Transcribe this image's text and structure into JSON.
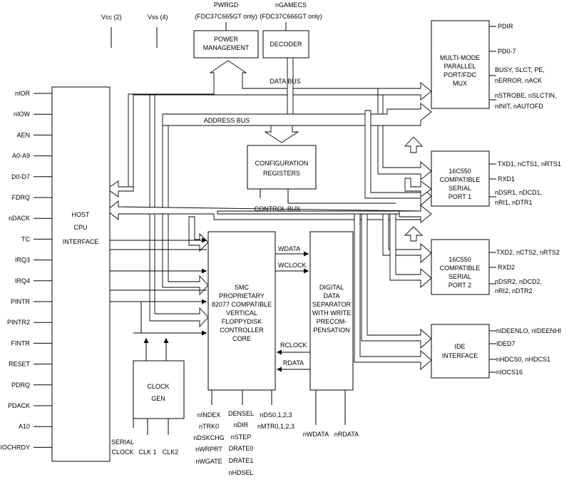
{
  "top_labels": {
    "vcc": "Vcc (2)",
    "vss": "Vss (4)"
  },
  "pwrgd": {
    "name": "PWRGD",
    "note": "(FDC37C665GT only)"
  },
  "ngamecs": {
    "name": "nGAMECS",
    "note": "(FDC37C666GT only)"
  },
  "blocks": {
    "power_management": [
      "POWER",
      "MANAGEMENT"
    ],
    "decoder": [
      "DECODER"
    ],
    "host_cpu": [
      "HOST",
      "CPU",
      "INTERFACE"
    ],
    "configuration_registers": [
      "CONFIGURATION",
      "REGISTERS"
    ],
    "fdc_core": [
      "SMC",
      "PROPRIETARY",
      "82077 COMPATIBLE",
      "VERTICAL",
      "FLOPPYDISK",
      "CONTROLLER",
      "CORE"
    ],
    "data_separator": [
      "DIGITAL",
      "DATA",
      "SEPARATOR",
      "WITH WRITE",
      "PRECOM-",
      "PENSATION"
    ],
    "clock_gen": [
      "CLOCK",
      "GEN"
    ],
    "parallel_port": [
      "MULTI-MODE",
      "PARALLEL",
      "PORT/FDC",
      "MUX"
    ],
    "serial_port_1": [
      "16C550",
      "COMPATIBLE",
      "SERIAL",
      "PORT 1"
    ],
    "serial_port_2": [
      "16C550",
      "COMPATIBLE",
      "SERIAL",
      "PORT 2"
    ],
    "ide_interface": [
      "IDE",
      "INTERFACE"
    ]
  },
  "bus_labels": {
    "data_bus": "DATA BUS",
    "address_bus": "ADDRESS BUS",
    "control_bus": "CONTROL BUS"
  },
  "host_pins": [
    "nIOR",
    "nIOW",
    "AEN",
    "A0-A9",
    "D0-D7",
    "FDRQ",
    "nDACK",
    "TC",
    "IRQ3",
    "IRQ4",
    "PINTR",
    "PINTR2",
    "FINTR",
    "RESET",
    "PDRQ",
    "PDACK",
    "A10",
    "IOCHRDY"
  ],
  "fdc_signals": {
    "wdata": "WDATA",
    "wclock": "WCLOCK",
    "rclock": "RCLOCK",
    "rdata": "RDATA"
  },
  "fdc_pins": {
    "col1": [
      "nINDEX",
      "nTRK0",
      "nDSKCHG",
      "nWRPRT",
      "nWGATE"
    ],
    "col2": [
      "DENSEL",
      "nDIR",
      "nSTEP",
      "DRATE0",
      "DRATE1",
      "nHDSEL"
    ],
    "col3": [
      "nDS0,1,2,3",
      "nMTR0,1,2,3"
    ]
  },
  "separator_pins": [
    "nWDATA",
    "nRDATA"
  ],
  "clock_pins": {
    "serial_clock": [
      "SERIAL",
      "CLOCK"
    ],
    "clk1": "CLK 1",
    "clk2": "CLK2"
  },
  "parallel_pins": [
    "PDIR",
    "PD0-7",
    "BUSY, SLCT, PE,",
    "nERROR, nACK",
    "nSTROBE, nSLCTIN,",
    "nINIT, nAUTOFD"
  ],
  "serial1_pins": [
    "TXD1, nCTS1, nRTS1",
    "RXD1",
    "nDSR1, nDCD1,",
    "nRI1, nDTR1"
  ],
  "serial2_pins": [
    "TXD2, nCTS2, nRTS2",
    "RXD2",
    "nDSR2, nDCD2,",
    "nRI2, nDTR2"
  ],
  "ide_pins": [
    "nIDEENLO, nIDEENHI",
    "IDED7",
    "nHDCS0, nHDCS1",
    "nIOCS16"
  ]
}
